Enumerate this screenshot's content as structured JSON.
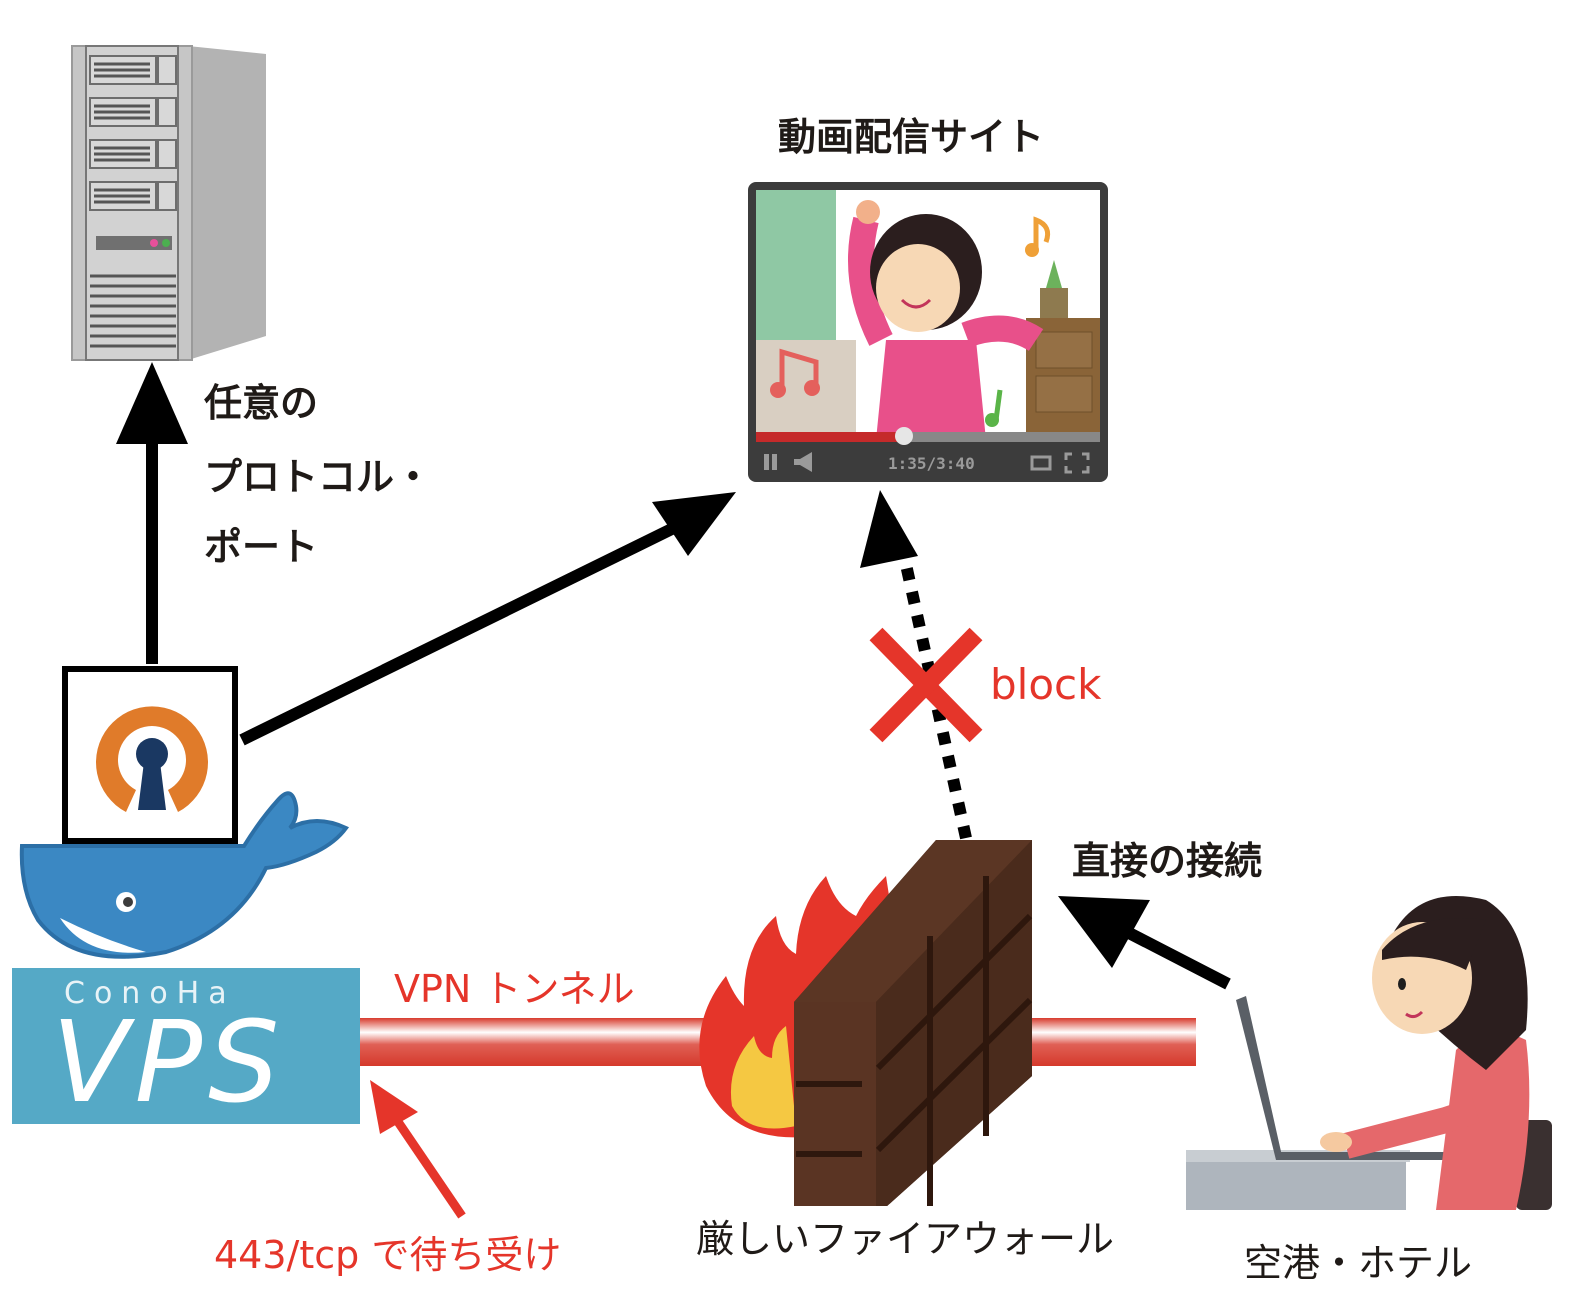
{
  "labels": {
    "video_site": "動画配信サイト",
    "any_protocol_line1": "任意の",
    "any_protocol_line2": "プロトコル・",
    "any_protocol_line3": "ポート",
    "block": "block",
    "direct_connection": "直接の接続",
    "vpn_tunnel": "VPN トンネル",
    "strict_firewall": "厳しいファイアウォール",
    "airport_hotel": "空港・ホテル",
    "listen_443": "443/tcp で待ち受け"
  },
  "vps_logo": {
    "brand": "ConoHa",
    "product": "VPS"
  },
  "video_player": {
    "time_display": "1:35/3:40",
    "progress_fraction": 0.43
  },
  "colors": {
    "accent_red": "#e5352a",
    "vps_blue": "#55a9c6",
    "docker_blue": "#3b88c3",
    "openvpn_orange": "#e07b2a",
    "openvpn_navy": "#1a3862",
    "brick": "#5a3423"
  }
}
